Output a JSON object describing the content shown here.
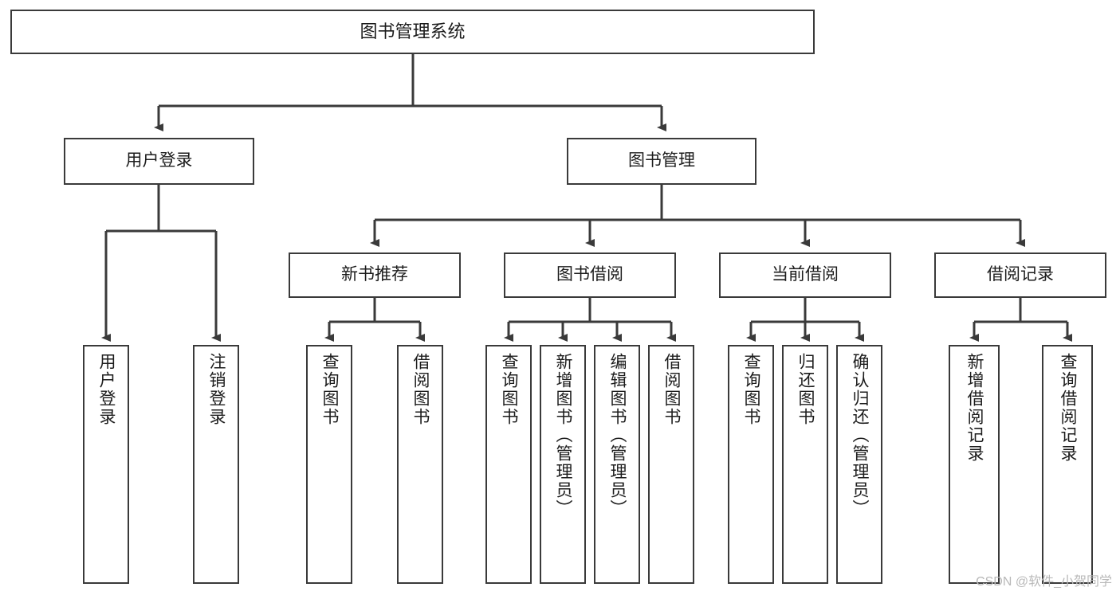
{
  "diagram": {
    "title": "图书管理系统",
    "type": "hierarchy-tree",
    "watermark": "CSDN @软件_小贺同学",
    "colors": {
      "background": "#ffffff",
      "box_border": "#3a3a3a",
      "box_fill": "#ffffff",
      "edge": "#3a3a3a",
      "text": "#1c1c1c",
      "watermark": "#b9b9b9"
    },
    "root": {
      "label": "图书管理系统"
    },
    "level2": [
      {
        "label": "用户登录"
      },
      {
        "label": "图书管理"
      }
    ],
    "level3": [
      {
        "label": "新书推荐"
      },
      {
        "label": "图书借阅"
      },
      {
        "label": "当前借阅"
      },
      {
        "label": "借阅记录"
      }
    ],
    "leaves": {
      "user_login": [
        {
          "label": "用户登录"
        },
        {
          "label": "注销登录"
        }
      ],
      "new_book_recommend": [
        {
          "label": "查询图书"
        },
        {
          "label": "借阅图书"
        }
      ],
      "book_borrow": [
        {
          "label": "查询图书"
        },
        {
          "label": "新增图书（管理员）"
        },
        {
          "label": "编辑图书（管理员）"
        },
        {
          "label": "借阅图书"
        }
      ],
      "current_borrow": [
        {
          "label": "查询图书"
        },
        {
          "label": "归还图书"
        },
        {
          "label": "确认归还（管理员）"
        }
      ],
      "borrow_record": [
        {
          "label": "新增借阅记录"
        },
        {
          "label": "查询借阅记录"
        }
      ]
    }
  }
}
